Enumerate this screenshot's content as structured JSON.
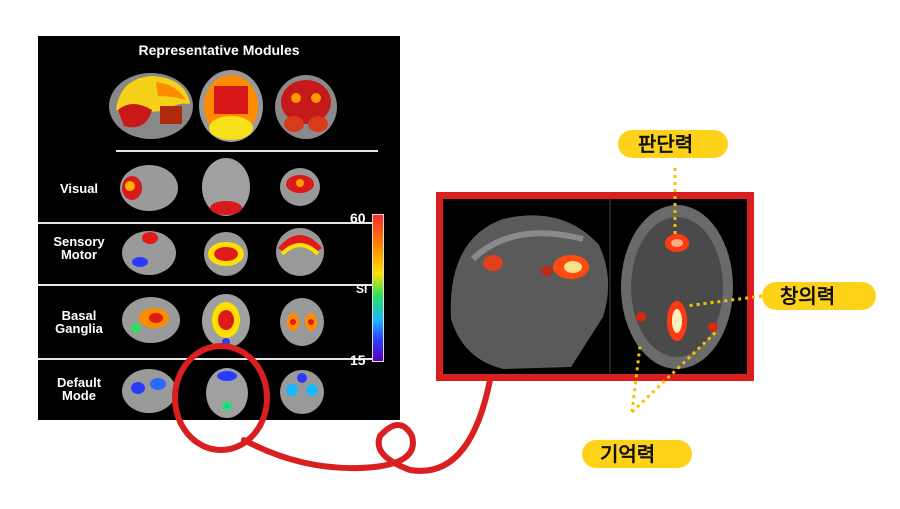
{
  "figure": {
    "title": "Representative Modules",
    "rows": [
      {
        "label": "Visual"
      },
      {
        "label": "Sensory Motor"
      },
      {
        "label": "Basal Ganglia"
      },
      {
        "label": "Default Mode"
      }
    ],
    "colorbar": {
      "max": "60",
      "min": "15",
      "label": "SI"
    }
  },
  "annotations": {
    "judgment": "판단력",
    "creativity": "창의력",
    "memory": "기억력"
  },
  "colors": {
    "highlight_red": "#d91f1f",
    "tag_yellow": "#ffd21a",
    "dotted_line": "#f2c200"
  }
}
